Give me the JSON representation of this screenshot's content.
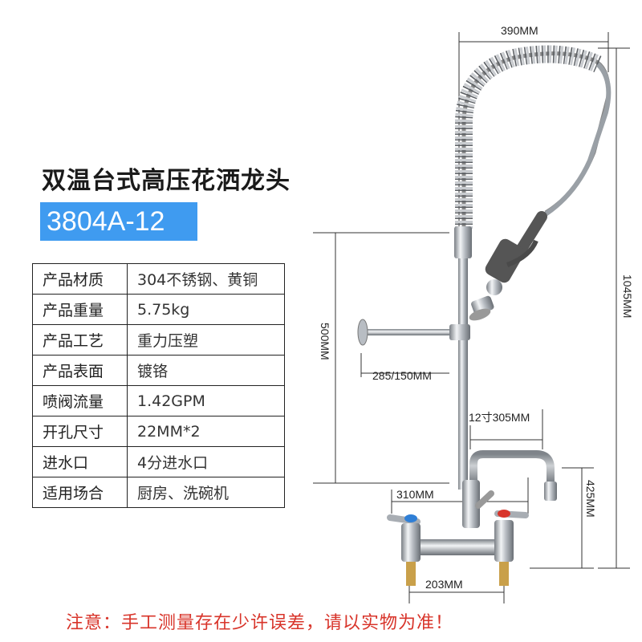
{
  "title": "双温台式高压花洒龙头",
  "model": "3804A-12",
  "specs": [
    {
      "label": "产品材质",
      "value": "304不锈钢、黄铜"
    },
    {
      "label": "产品重量",
      "value": "5.75kg"
    },
    {
      "label": "产品工艺",
      "value": "重力压塑"
    },
    {
      "label": "产品表面",
      "value": "镀铬"
    },
    {
      "label": "喷阀流量",
      "value": "1.42GPM"
    },
    {
      "label": "开孔尺寸",
      "value": "22MM*2"
    },
    {
      "label": "进水口",
      "value": "4分进水口"
    },
    {
      "label": "适用场合",
      "value": "厨房、洗碗机"
    }
  ],
  "dimensions": {
    "top_width": "390MM",
    "total_height": "1045MM",
    "riser_height": "500MM",
    "arm_length": "285/150MM",
    "spout_reach": "12寸305MM",
    "base_width": "310MM",
    "spout_height": "425MM",
    "inlet_spacing": "203MM"
  },
  "note": "注意：手工测量存在少许误差，请以实物为准！",
  "colors": {
    "model_badge_bg": "#3f9bf0",
    "note_text": "#d8342a",
    "hot_cap": "#d8342a",
    "cold_cap": "#2f7fd6"
  }
}
